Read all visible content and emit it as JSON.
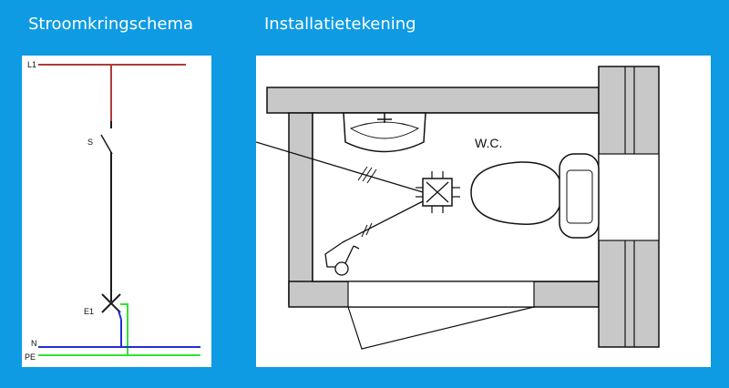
{
  "headings": {
    "left": "Stroomkringschema",
    "right": "Installatietekening"
  },
  "schema": {
    "labels": {
      "l1": "L1",
      "switch": "S",
      "lamp": "E1",
      "neutral": "N",
      "earth": "PE"
    },
    "colors": {
      "phase": "#b03a3a",
      "neutral": "#1f2fd6",
      "earth": "#33e233",
      "wire": "#1a1a1a"
    }
  },
  "installation": {
    "room_label": "W.C.",
    "colors": {
      "wall": "#c8c8c8",
      "line": "#111111"
    }
  }
}
